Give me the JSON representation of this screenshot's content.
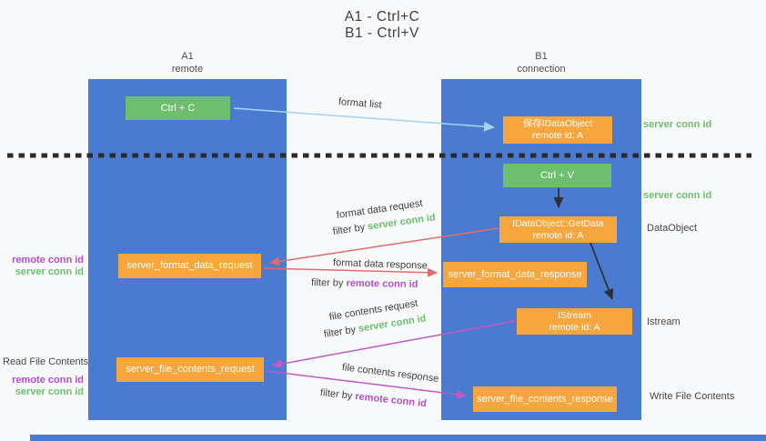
{
  "title": {
    "line1": "A1 - Ctrl+C",
    "line2": "B1 - Ctrl+V"
  },
  "lanes": {
    "a1": {
      "name": "A1",
      "subtitle": "remote"
    },
    "b1": {
      "name": "B1",
      "subtitle": "connection"
    }
  },
  "nodes": {
    "ctrl_c": "Ctrl + C",
    "ctrl_v": "Ctrl + V",
    "save_dataobject": {
      "line1": "保存IDataObject",
      "line2": "remote id: A"
    },
    "getdata": {
      "line1": "IDataObject::GetData",
      "line2": "remote id: A"
    },
    "istream": {
      "line1": "IStream",
      "line2": "remote id: A"
    },
    "format_request": "server_format_data_request",
    "format_response": "server_format_data_response",
    "file_request": "server_file_contents_request",
    "file_response": "server_file_contents_response"
  },
  "edge_labels": {
    "format_list": "format list",
    "format_data_request": "format data request",
    "format_data_response": "format data response",
    "file_contents_request": "file contents request",
    "file_contents_response": "file contents response",
    "filter_by": "filter by",
    "server_conn_id": "server conn id",
    "remote_conn_id": "remote conn id"
  },
  "side_labels": {
    "server_conn_id_top": "server conn id",
    "server_conn_id_mid": "server conn id",
    "dataobject": "DataObject",
    "istream": "Istream",
    "write_file_contents": "Write File Contents",
    "read_file_contents": "Read File Contents",
    "remote_conn_id": "remote conn id",
    "server_conn_id": "server conn id"
  },
  "colors": {
    "column_blue": "#4a7bd0",
    "box_green": "#6dbf6e",
    "box_orange": "#f7a63d",
    "arrow_red": "#e46a6a",
    "arrow_purple": "#c158c5",
    "arrow_lightblue": "#a6d3f1",
    "arrow_black": "#2e2e2e",
    "text_green": "#6cbf6c",
    "text_purple": "#b14fc8",
    "text_dark": "#3f3f3f",
    "bg": "#f8f9fb"
  }
}
